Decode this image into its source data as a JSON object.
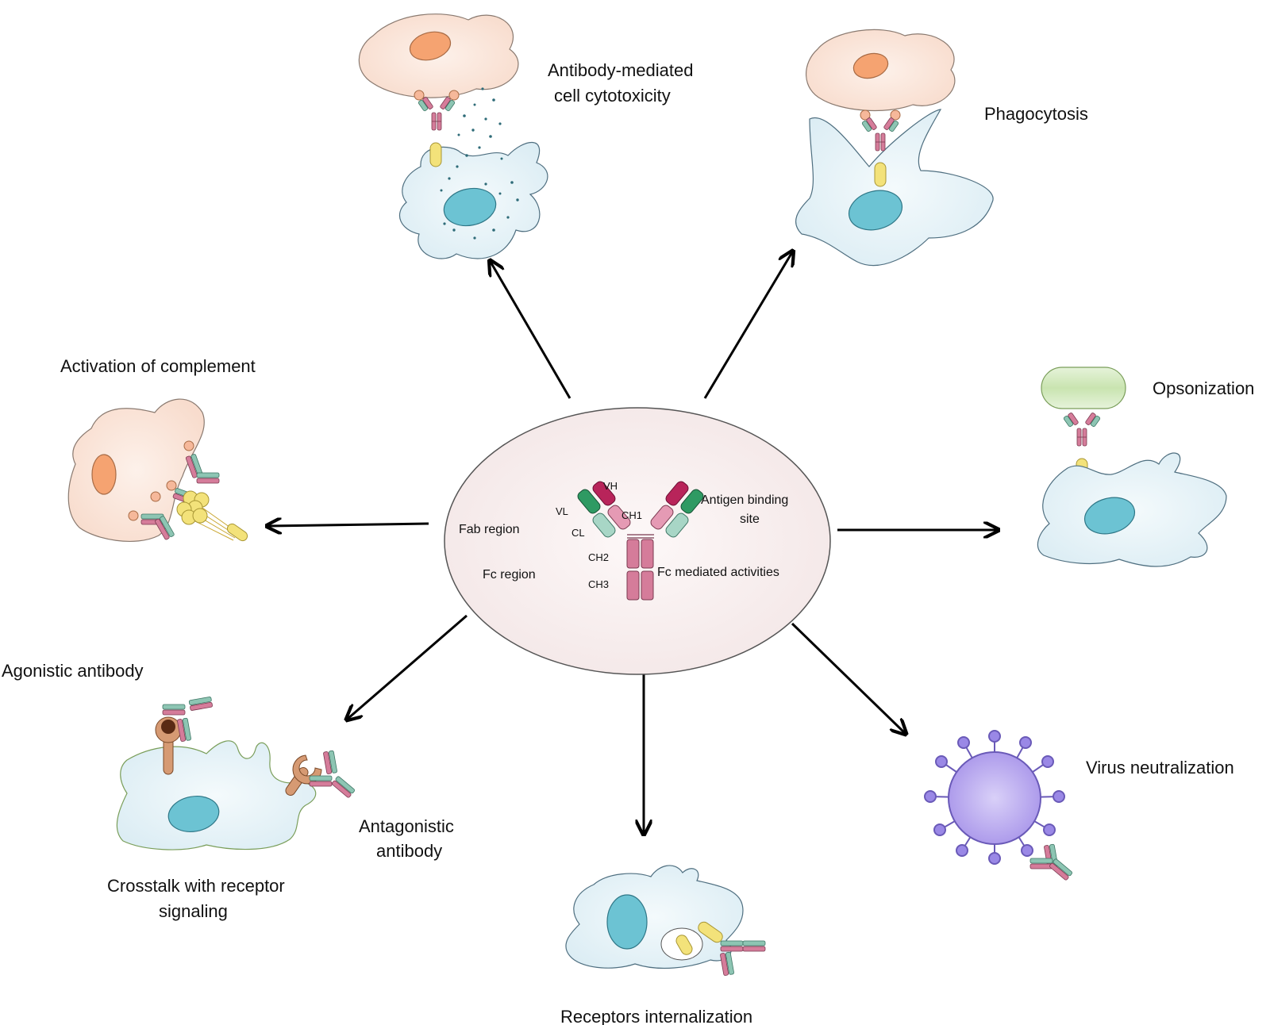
{
  "center": {
    "antibody_labels": {
      "vh": "VH",
      "vl": "VL",
      "ch1": "CH1",
      "cl": "CL",
      "ch2": "CH2",
      "ch3": "CH3"
    },
    "fab_region": "Fab region",
    "fc_region": "Fc region",
    "antigen_binding_line1": "Antigen binding",
    "antigen_binding_line2": "site",
    "fc_mediated": "Fc mediated activities"
  },
  "functions": {
    "adcc_line1": "Antibody-mediated",
    "adcc_line2": "cell cytotoxicity",
    "phagocytosis": "Phagocytosis",
    "opsonization": "Opsonization",
    "complement": "Activation of complement",
    "virus": "Virus neutralization",
    "internalization": "Receptors internalization",
    "agonistic": "Agonistic  antibody",
    "antagonistic_line1": "Antagonistic",
    "antagonistic_line2": "antibody",
    "crosstalk_line1": "Crosstalk with receptor",
    "crosstalk_line2": "signaling"
  },
  "colors": {
    "cell_fill": "#e4f1f6",
    "cell_stroke": "#4f6f80",
    "nucleus": "#6cc3d3",
    "target_cell": "#fbe3d7",
    "target_nucleus": "#f5a371",
    "antibody_pink": "#d57c9a",
    "antibody_green": "#8dc5b3",
    "vh_dark": "#b8245a",
    "vl_dark": "#2f9a63",
    "fc_receptor": "#f3e27a",
    "virus": "#b7a5ee",
    "center_ellipse": "#f8eeee",
    "receptor_brown": "#d69a73"
  }
}
